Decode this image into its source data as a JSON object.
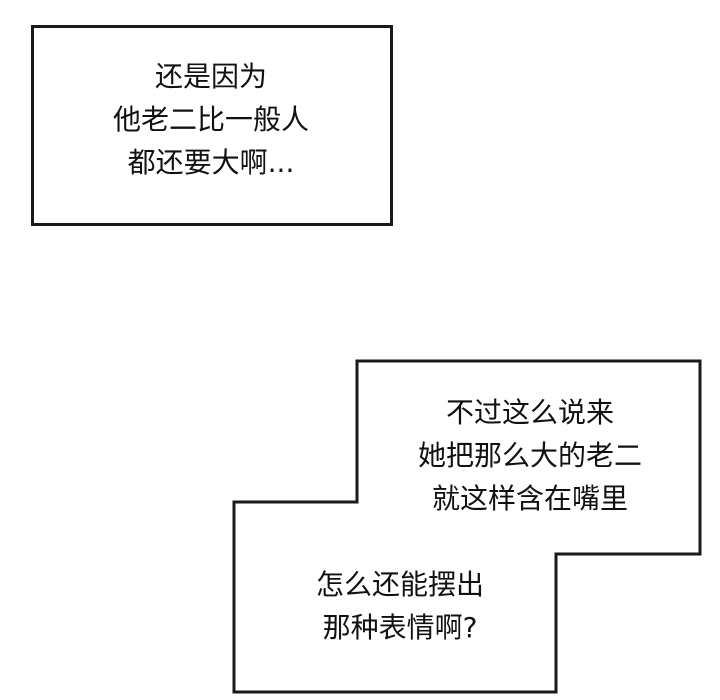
{
  "panel": {
    "background": "#ffffff",
    "border_color": "#1a1a1a"
  },
  "caption_box_top": {
    "lines": [
      "还是因为",
      "他老二比一般人",
      "都还要大啊..."
    ]
  },
  "caption_box_bottom": {
    "upper_text": {
      "lines": [
        "不过这么说来",
        "她把那么大的老二",
        "就这样含在嘴里"
      ]
    },
    "lower_text": {
      "lines": [
        "怎么还能摆出",
        "那种表情啊?"
      ]
    }
  }
}
